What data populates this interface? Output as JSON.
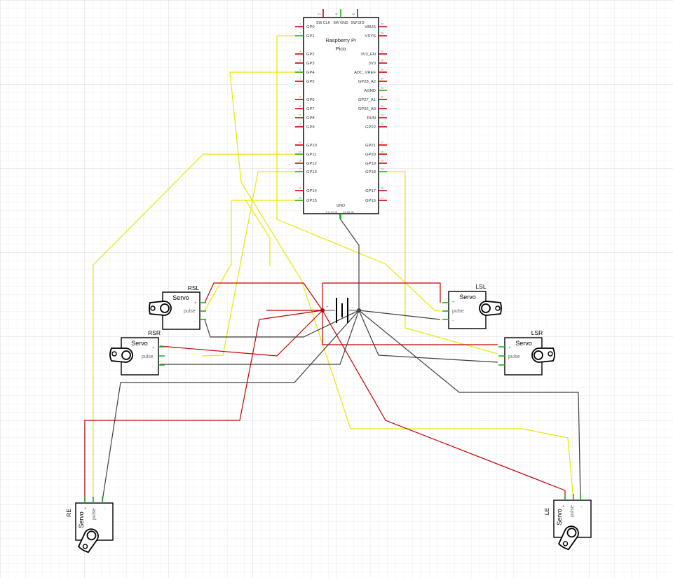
{
  "pico": {
    "title_line1": "Raspberry Pi",
    "title_line2": "Pico",
    "top_pins": [
      {
        "num": "41",
        "label": "SW CLK"
      },
      {
        "num": "42",
        "label": "SW GND"
      },
      {
        "num": "43",
        "label": "SW DIO"
      }
    ],
    "left_pins": [
      {
        "num": "1",
        "label": "GP0"
      },
      {
        "num": "2",
        "label": "GP1"
      },
      {
        "num": "4",
        "label": "GP2"
      },
      {
        "num": "5",
        "label": "GP3"
      },
      {
        "num": "6",
        "label": "GP4"
      },
      {
        "num": "7",
        "label": "GP5"
      },
      {
        "num": "9",
        "label": "GP6"
      },
      {
        "num": "10",
        "label": "GP7"
      },
      {
        "num": "11",
        "label": "GP8"
      },
      {
        "num": "12",
        "label": "GP9"
      },
      {
        "num": "14",
        "label": "GP10"
      },
      {
        "num": "15",
        "label": "GP11"
      },
      {
        "num": "16",
        "label": "GP12"
      },
      {
        "num": "17",
        "label": "GP13"
      },
      {
        "num": "19",
        "label": "GP14"
      },
      {
        "num": "20",
        "label": "GP15"
      }
    ],
    "right_pins": [
      {
        "num": "40",
        "label": "VBUS"
      },
      {
        "num": "39",
        "label": "VSYS"
      },
      {
        "num": "37",
        "label": "3V3_EN"
      },
      {
        "num": "36",
        "label": "3V3"
      },
      {
        "num": "35",
        "label": "ADC_VREF"
      },
      {
        "num": "34",
        "label": "GP28_A2"
      },
      {
        "num": "33",
        "label": "AGND"
      },
      {
        "num": "32",
        "label": "GP27_A1"
      },
      {
        "num": "31",
        "label": "GP26_A0"
      },
      {
        "num": "30",
        "label": "RUN"
      },
      {
        "num": "29",
        "label": "GP22"
      },
      {
        "num": "27",
        "label": "GP21"
      },
      {
        "num": "26",
        "label": "GP20"
      },
      {
        "num": "25",
        "label": "GP19"
      },
      {
        "num": "24",
        "label": "GP18"
      },
      {
        "num": "22",
        "label": "GP17"
      },
      {
        "num": "21",
        "label": "GP16"
      }
    ],
    "gnd_label": "GND",
    "gnd_pins_left": "3,8,13,18",
    "gnd_pins_right": "23,28,38"
  },
  "servos": {
    "rsl": {
      "name": "RSL",
      "type": "Servo",
      "plus": "+",
      "pulse": "pulse",
      "minus": "-"
    },
    "rsr": {
      "name": "RSR",
      "type": "Servo",
      "plus": "+",
      "pulse": "pulse",
      "minus": "-"
    },
    "lsl": {
      "name": "LSL",
      "type": "Servo",
      "plus": "+",
      "pulse": "pulse",
      "minus": "-"
    },
    "lsr": {
      "name": "LSR",
      "type": "Servo",
      "plus": "+",
      "pulse": "pulse",
      "minus": "-"
    },
    "re": {
      "name": "RE",
      "type": "Servo",
      "plus": "+",
      "pulse": "pulse",
      "minus": "-"
    },
    "le": {
      "name": "LE",
      "type": "Servo",
      "plus": "+",
      "pulse": "pulse",
      "minus": "-"
    }
  },
  "battery": {
    "plus": "+",
    "minus": "-"
  },
  "colors": {
    "grid": "#e6e6e6",
    "wire_power": "#c00000",
    "wire_ground": "#404040",
    "wire_signal": "#e8e800",
    "pin_red": "#cc0000",
    "pin_green": "#22aa22"
  }
}
